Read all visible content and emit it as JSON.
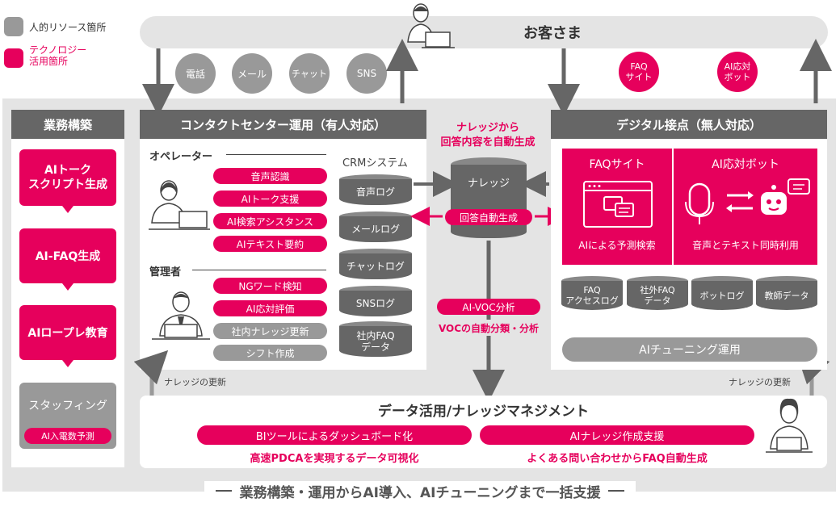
{
  "legend": {
    "human": "人的リソース箇所",
    "tech": "テクノロジー\n活用箇所",
    "colors": {
      "human": "#999999",
      "tech": "#e6005c"
    }
  },
  "customer": {
    "title": "お客さま"
  },
  "channels": [
    "電話",
    "メール",
    "チャット",
    "SNS"
  ],
  "digital_channels": [
    "FAQ\nサイト",
    "AI応対\nボット"
  ],
  "left": {
    "title": "業務構築",
    "items": [
      "AIトーク\nスクリプト生成",
      "AI-FAQ生成",
      "AIロープレ教育"
    ],
    "staffing": "スタッフィング",
    "staffing_sub": "AI入電数予測"
  },
  "contact": {
    "title": "コンタクトセンター運用（有人対応）",
    "operator_label": "オペレーター",
    "operator_items": [
      "音声認識",
      "AIトーク支援",
      "AI検索アシスタンス",
      "AIテキスト要約"
    ],
    "manager_label": "管理者",
    "manager_items_pink": [
      "NGワード検知",
      "AI応対評価"
    ],
    "manager_items_gray": [
      "社内ナレッジ更新",
      "シフト作成"
    ],
    "crm_label": "CRMシステム",
    "crm_dbs": [
      "音声ログ",
      "メールログ",
      "チャットログ",
      "SNSログ",
      "社内FAQ\nデータ"
    ]
  },
  "knowledge": {
    "top_text": "ナレッジから\n回答内容を自動生成",
    "db": "ナレッジ",
    "badge": "回答自動生成",
    "voc_badge": "AI-VOC分析",
    "voc_text": "VOCの自動分類・分析"
  },
  "digital": {
    "title": "デジタル接点（無人対応）",
    "faq_title": "FAQサイト",
    "faq_caption": "AIによる予測検索",
    "bot_title": "AI応対ボット",
    "bot_caption": "音声とテキスト同時利用",
    "dbs": [
      "FAQ\nアクセスログ",
      "社外FAQ\nデータ",
      "ボットログ",
      "教師データ"
    ],
    "tuning": "AIチューニング運用"
  },
  "knowledge_update_left": "ナレッジの更新",
  "knowledge_update_right": "ナレッジの更新",
  "bottom": {
    "title": "データ活用/ナレッジマネジメント",
    "left_badge": "BIツールによるダッシュボード化",
    "left_text": "高速PDCAを実現するデータ可視化",
    "right_badge": "AIナレッジ作成支援",
    "right_text": "よくある問い合わせからFAQ自動生成"
  },
  "footer": "業務構築・運用からAI導入、AIチューニングまで一括支援"
}
